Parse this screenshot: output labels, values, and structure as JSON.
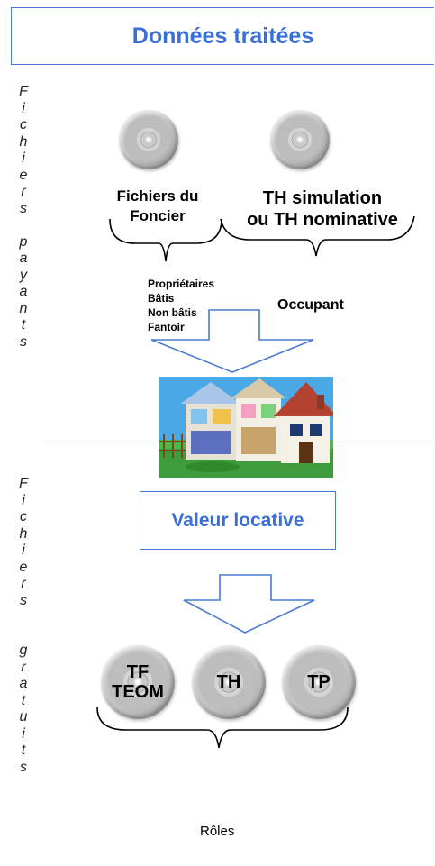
{
  "title": "Données traitées",
  "sidebar": {
    "section1": {
      "word1": [
        "F",
        "i",
        "c",
        "h",
        "i",
        "e",
        "r",
        "s"
      ],
      "word2": [
        "p",
        "a",
        "y",
        "a",
        "n",
        "t",
        "s"
      ]
    },
    "section2": {
      "word1": [
        "F",
        "i",
        "c",
        "h",
        "i",
        "e",
        "r",
        "s"
      ],
      "word2": [
        "g",
        "r",
        "a",
        "t",
        "u",
        "i",
        "t",
        "s"
      ]
    }
  },
  "sources": {
    "foncier_label_line1": "Fichiers du",
    "foncier_label_line2": "Foncier",
    "th_label_line1": "TH simulation",
    "th_label_line2": "ou TH nominative"
  },
  "foncier_items": [
    "Propriétaires",
    "Bâtis",
    "Non bâtis",
    "Fantoir"
  ],
  "occupant_label": "Occupant",
  "valeur_locative": "Valeur locative",
  "outputs": {
    "tf_line1": "TF",
    "tf_line2": "TEOM",
    "th": "TH",
    "tp": "TP"
  },
  "roles_label": "Rôles",
  "colors": {
    "accent_blue": "#3a6fd8",
    "line_blue": "#4a7bd3"
  }
}
